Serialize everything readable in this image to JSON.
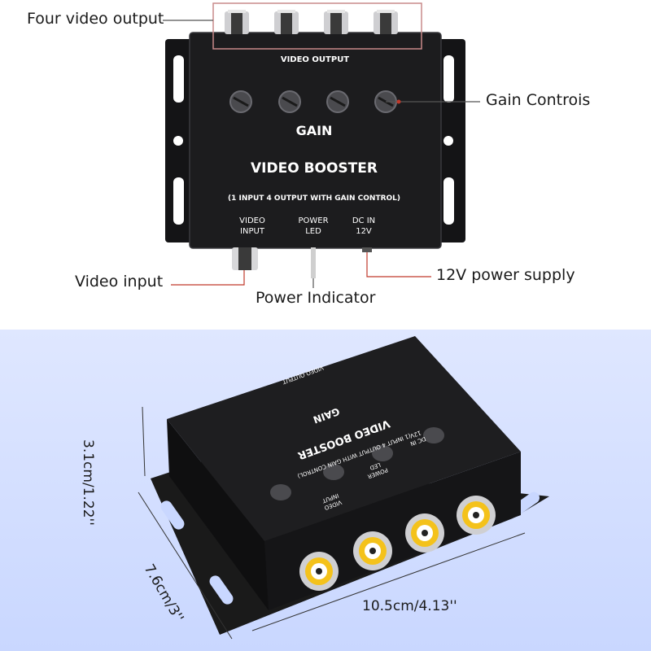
{
  "callouts": {
    "four_video_output": "Four video output",
    "gain_controls": "Gain Controis",
    "video_input": "Video input",
    "power_indicator": "Power Indicator",
    "power_supply": "12V power supply"
  },
  "device_front": {
    "video_output": "VIDEO OUTPUT",
    "gain": "GAIN",
    "title": "VIDEO BOOSTER",
    "subtitle": "(1 INPUT 4 OUTPUT WITH GAIN CONTROL)",
    "video_input_l1": "VIDEO",
    "video_input_l2": "INPUT",
    "power_led_l1": "POWER",
    "power_led_l2": "LED",
    "dc_in_l1": "DC IN",
    "dc_in_l2": "12V"
  },
  "device_angled": {
    "video_output": "VIDEO OUTPUT",
    "gain": "GAIN",
    "title": "VIDEO BOOSTER",
    "subtitle": "(1 INPUT 4 OUTPUT WITH GAIN CONTROL)",
    "video_input_l1": "VIDEO",
    "video_input_l2": "INPUT",
    "power_led_l1": "POWER",
    "power_led_l2": "LED",
    "dc_in_l1": "DC IN",
    "dc_in_l2": "12V"
  },
  "dimensions": {
    "height": "3.1cm/1.22''",
    "depth": "7.6cm/3''",
    "width": "10.5cm/4.13''"
  },
  "colors": {
    "device_body": "#1c1c1e",
    "rca_yellow": "#f4c21b",
    "bottom_background": "#c9d7ff",
    "callout_line": "#c0392b"
  }
}
